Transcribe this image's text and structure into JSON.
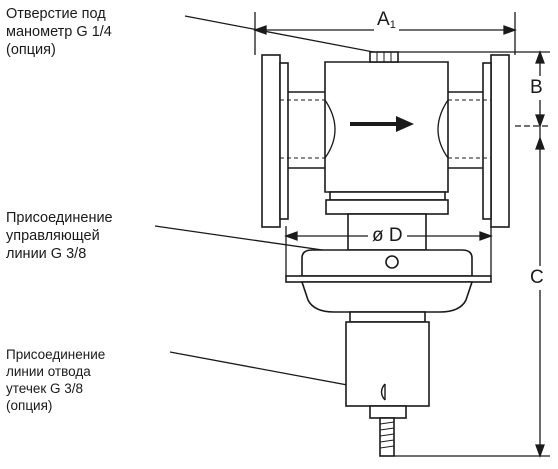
{
  "callouts": {
    "gauge_port": {
      "line1": "Отверстие под",
      "line2": "манометр G 1/4",
      "line3": "(опция)"
    },
    "control_line": {
      "line1": "Присоединение",
      "line2": "управляющей",
      "line3": "линии G 3/8"
    },
    "leak_line": {
      "line1": "Присоединение",
      "line2": "линии отвода",
      "line3": "утечек G 3/8",
      "line4": "(опция)"
    }
  },
  "dimensions": {
    "a1_letter": "A",
    "a1_sub": "1",
    "b": "B",
    "d": "ø D",
    "c": "C"
  }
}
